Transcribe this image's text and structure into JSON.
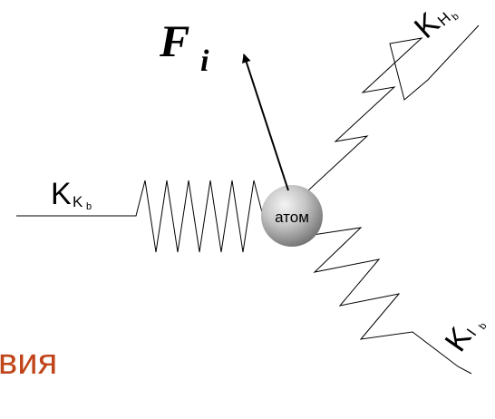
{
  "force": {
    "symbol": "F",
    "subscript": "i"
  },
  "atom": {
    "label": "атом"
  },
  "springs": {
    "left": {
      "main": "K",
      "sub": "K",
      "sub2": "b"
    },
    "upper": {
      "main": "K",
      "sub": "H",
      "sub2": "b"
    },
    "lower": {
      "main": "K",
      "sub": "I",
      "sub2": "b"
    }
  },
  "partial_caption": "вия",
  "colors": {
    "caption": "#c0451a",
    "lines": "#000000",
    "atom_light": "#f2f2f2",
    "atom_dark": "#6e6e6e"
  }
}
